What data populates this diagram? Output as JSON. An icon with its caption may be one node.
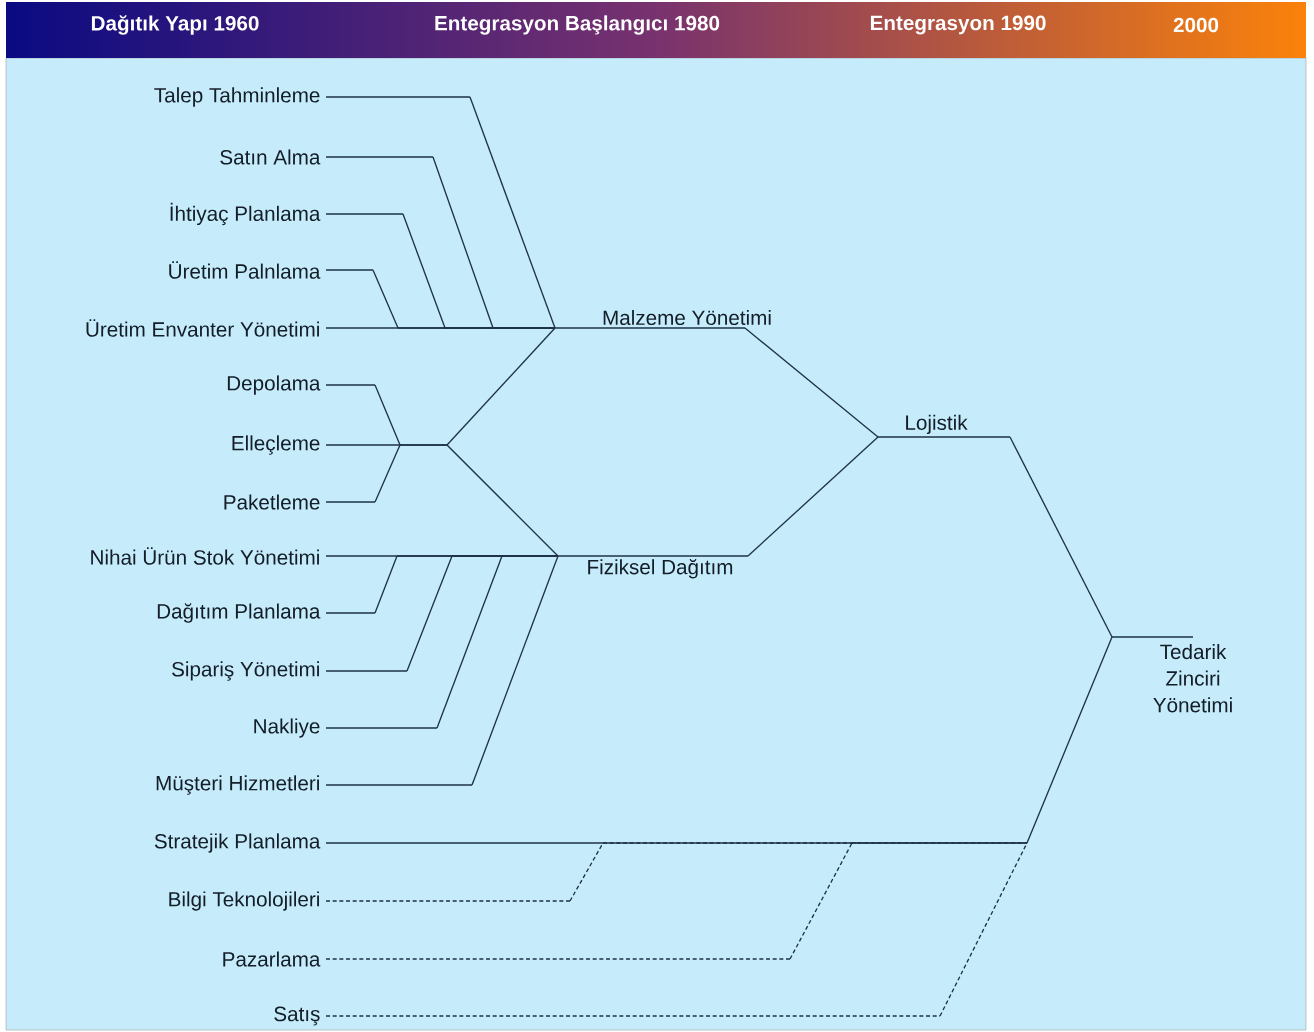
{
  "diagram": {
    "nodes": [
      {
        "text": [
          "Talep Tahminleme"
        ]
      },
      {
        "text": [
          "Satın Alma"
        ]
      },
      {
        "text": [
          "İhtiyaç Planlama"
        ]
      },
      {
        "text": [
          "Üretim Palnlama"
        ]
      },
      {
        "text": [
          "Üretim Envanter Yönetimi"
        ]
      },
      {
        "text": [
          "Malzeme Yönetimi"
        ]
      },
      {
        "text": [
          "Depolama"
        ]
      },
      {
        "text": [
          "Elleçleme"
        ]
      },
      {
        "text": [
          "Paketleme"
        ]
      },
      {
        "text": [
          "Lojistik"
        ]
      },
      {
        "text": [
          "Nihai Ürün Stok Yönetimi"
        ]
      },
      {
        "text": [
          "Fiziksel Dağıtım"
        ]
      },
      {
        "text": [
          "Dağıtım Planlama"
        ]
      },
      {
        "text": [
          "Sipariş Yönetimi"
        ]
      },
      {
        "text": [
          "Nakliye"
        ]
      },
      {
        "text": [
          "Müşteri Hizmetleri"
        ]
      },
      {
        "text": [
          "Tedarik Zinciri Yönetimi"
        ]
      },
      {
        "text": [
          "Stratejik Planlama"
        ]
      },
      {
        "text": [
          "Bilgi Teknolojileri"
        ]
      },
      {
        "text": [
          "Pazarlama"
        ]
      },
      {
        "text": [
          "Satış"
        ]
      }
    ],
    "edges": [
      {
        "from": 0,
        "to": 5,
        "arrow": "none"
      },
      {
        "from": 1,
        "to": 5,
        "arrow": "none"
      },
      {
        "from": 2,
        "to": 5,
        "arrow": "none"
      },
      {
        "from": 3,
        "to": 5,
        "arrow": "none"
      },
      {
        "from": 4,
        "to": 5,
        "arrow": "none"
      },
      {
        "from": 6,
        "to": 5,
        "arrow": "none"
      },
      {
        "from": 7,
        "to": 5,
        "arrow": "none"
      },
      {
        "from": 8,
        "to": 5,
        "arrow": "none"
      },
      {
        "from": 6,
        "to": 11,
        "arrow": "none"
      },
      {
        "from": 7,
        "to": 11,
        "arrow": "none"
      },
      {
        "from": 8,
        "to": 11,
        "arrow": "none"
      },
      {
        "from": 10,
        "to": 11,
        "arrow": "none"
      },
      {
        "from": 12,
        "to": 11,
        "arrow": "none"
      },
      {
        "from": 13,
        "to": 11,
        "arrow": "none"
      },
      {
        "from": 14,
        "to": 11,
        "arrow": "none"
      },
      {
        "from": 15,
        "to": 11,
        "arrow": "none"
      },
      {
        "from": 5,
        "to": 9,
        "arrow": "none"
      },
      {
        "from": 11,
        "to": 9,
        "arrow": "none"
      },
      {
        "from": 9,
        "to": 16,
        "arrow": "none"
      },
      {
        "from": 17,
        "to": 16,
        "arrow": "none"
      },
      {
        "from": 18,
        "to": 16,
        "arrow": "none",
        "style": "dashed"
      },
      {
        "from": 19,
        "to": 16,
        "arrow": "none",
        "style": "dashed"
      },
      {
        "from": 20,
        "to": 16,
        "arrow": "none",
        "style": "dashed"
      }
    ],
    "labels": [
      "Dağıtık Yapı 1960",
      "Entegrasyon Başlangıcı 1980",
      "Entegrasyon 1990",
      "2000"
    ]
  }
}
